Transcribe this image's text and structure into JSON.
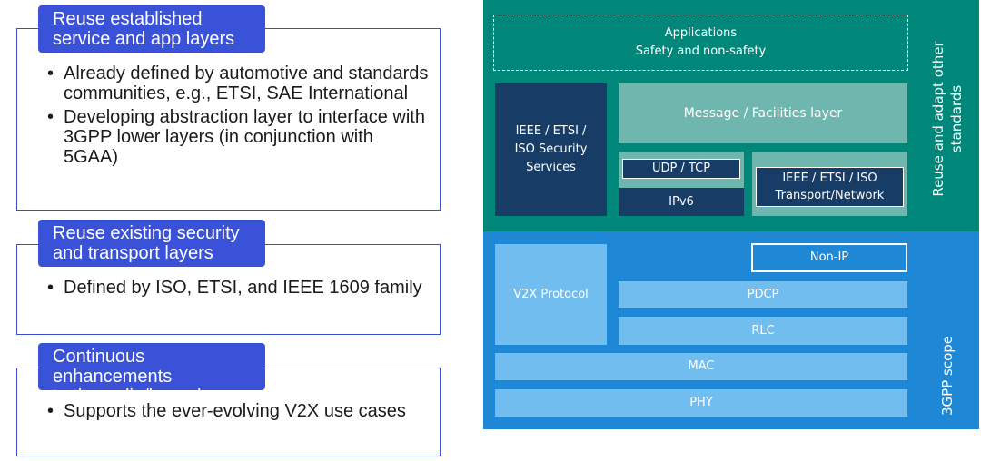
{
  "left": {
    "sections": [
      {
        "header": "Reuse established\nservice and app layers",
        "bullets": [
          "Already defined by automotive and standards communities, e.g., ETSI, SAE International",
          "Developing abstraction layer to interface with 3GPP lower layers (in conjunction with 5GAA)"
        ]
      },
      {
        "header": "Reuse existing security\nand transport layers",
        "bullets": [
          "Defined by ISO, ETSI, and IEEE 1609 family"
        ]
      },
      {
        "header": "Continuous enhancements\nto the radio/lower layers",
        "bullets": [
          "Supports the ever-evolving V2X use cases"
        ]
      }
    ]
  },
  "diagram": {
    "top_region_label": "Reuse and adapt other\nstandards",
    "bottom_region_label": "3GPP scope",
    "applications": "Applications\nSafety and non-safety",
    "security_services": "IEEE / ETSI /\nISO Security\nServices",
    "message_facilities": "Message / Facilities layer",
    "udp_tcp": "UDP / TCP",
    "ipv6": "IPv6",
    "transport_network": "IEEE / ETSI / ISO\nTransport/Network",
    "v2x_protocol": "V2X Protocol",
    "non_ip": "Non-IP",
    "pdcp": "PDCP",
    "rlc": "RLC",
    "mac": "MAC",
    "phy": "PHY",
    "colors": {
      "teal": "#00877a",
      "blue": "#1e88d6",
      "dark_navy": "#173c66",
      "light_teal": "#6fb6ae",
      "light_blue": "#72bdf0",
      "header_blue": "#3a52d8"
    }
  }
}
